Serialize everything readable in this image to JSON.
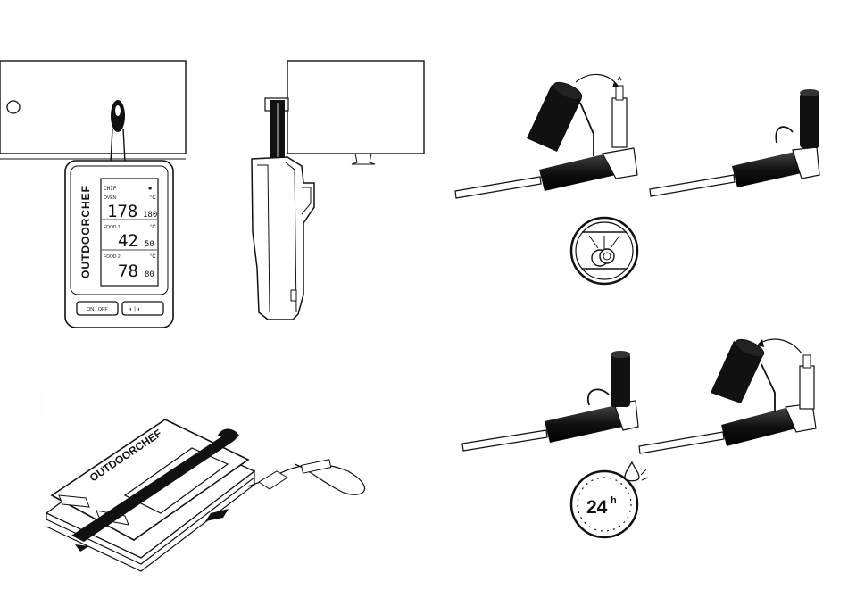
{
  "device": {
    "brand_a": "OUTDOOR",
    "brand_b": "CHEF",
    "brand_full": "OUTDOORCHEF",
    "buttons": {
      "power": "ON | OFF",
      "nav": "◐ | ◖"
    },
    "display": {
      "rows": [
        {
          "label": "OVEN",
          "unit": "°C",
          "temp": "178",
          "target": "180"
        },
        {
          "label": "FOOD 1",
          "unit": "°C",
          "temp": "42",
          "target": "50"
        },
        {
          "label": "FOOD 2",
          "unit": "°C",
          "temp": "78",
          "target": "80"
        }
      ],
      "header_left": "CHIP",
      "header_right": "✱"
    }
  },
  "badges": {
    "timer": {
      "value": "24",
      "suffix": "h"
    }
  },
  "colors": {
    "ink": "#111111",
    "grip": "#1a1a1a",
    "paper": "#ffffff"
  }
}
